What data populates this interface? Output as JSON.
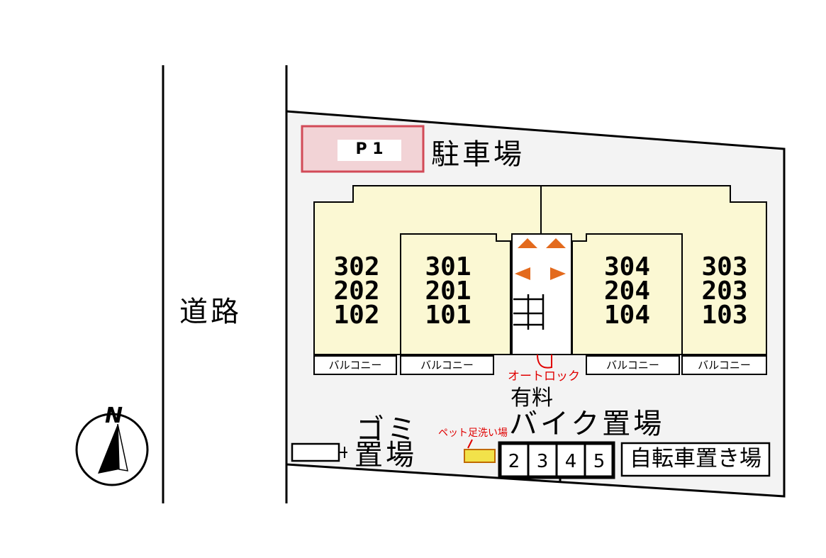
{
  "road": {
    "label": "道路"
  },
  "parking": {
    "label": "駐車場",
    "space": "P 1"
  },
  "units": {
    "col1": [
      "302",
      "202",
      "102"
    ],
    "col2": [
      "301",
      "201",
      "101"
    ],
    "col3": [
      "304",
      "204",
      "104"
    ],
    "col4": [
      "303",
      "203",
      "103"
    ]
  },
  "balcony": "バルコニー",
  "autolock": "オートロック",
  "paid": "有料",
  "bike_parking": "バイク置場",
  "garbage": {
    "line1": "ゴミ",
    "line2": "置場"
  },
  "pet_wash": "ペット足洗い場",
  "bike_slots": [
    "2",
    "3",
    "4",
    "5"
  ],
  "bicycle_parking": "自転車置き場",
  "compass": "N",
  "colors": {
    "building": "#fbf8d3",
    "lot": "#f3f3f3",
    "parking": "#f2d3d6",
    "accent": "#e36a1d",
    "autolock": "#e00000",
    "pet": "#f2e24a"
  }
}
